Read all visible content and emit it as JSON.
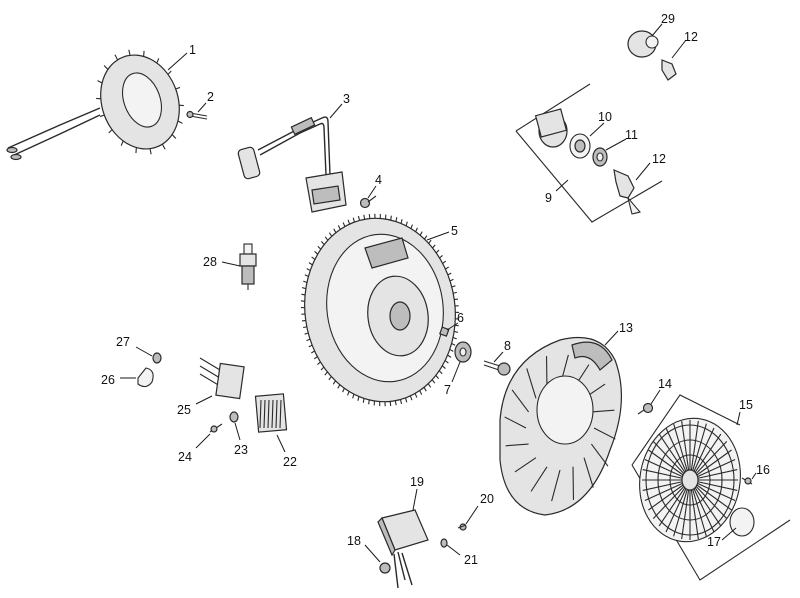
{
  "diagram": {
    "callouts": {
      "c1": "1",
      "c2": "2",
      "c3": "3",
      "c4": "4",
      "c5": "5",
      "c6": "6",
      "c7": "7",
      "c8": "8",
      "c9": "9",
      "c10": "10",
      "c11": "11",
      "c12a": "12",
      "c12b": "12",
      "c13": "13",
      "c14": "14",
      "c15": "15",
      "c16": "16",
      "c17": "17",
      "c18": "18",
      "c19": "19",
      "c20": "20",
      "c21": "21",
      "c22": "22",
      "c23": "23",
      "c24": "24",
      "c25": "25",
      "c26": "26",
      "c27": "27",
      "c28": "28",
      "c29": "29"
    }
  }
}
